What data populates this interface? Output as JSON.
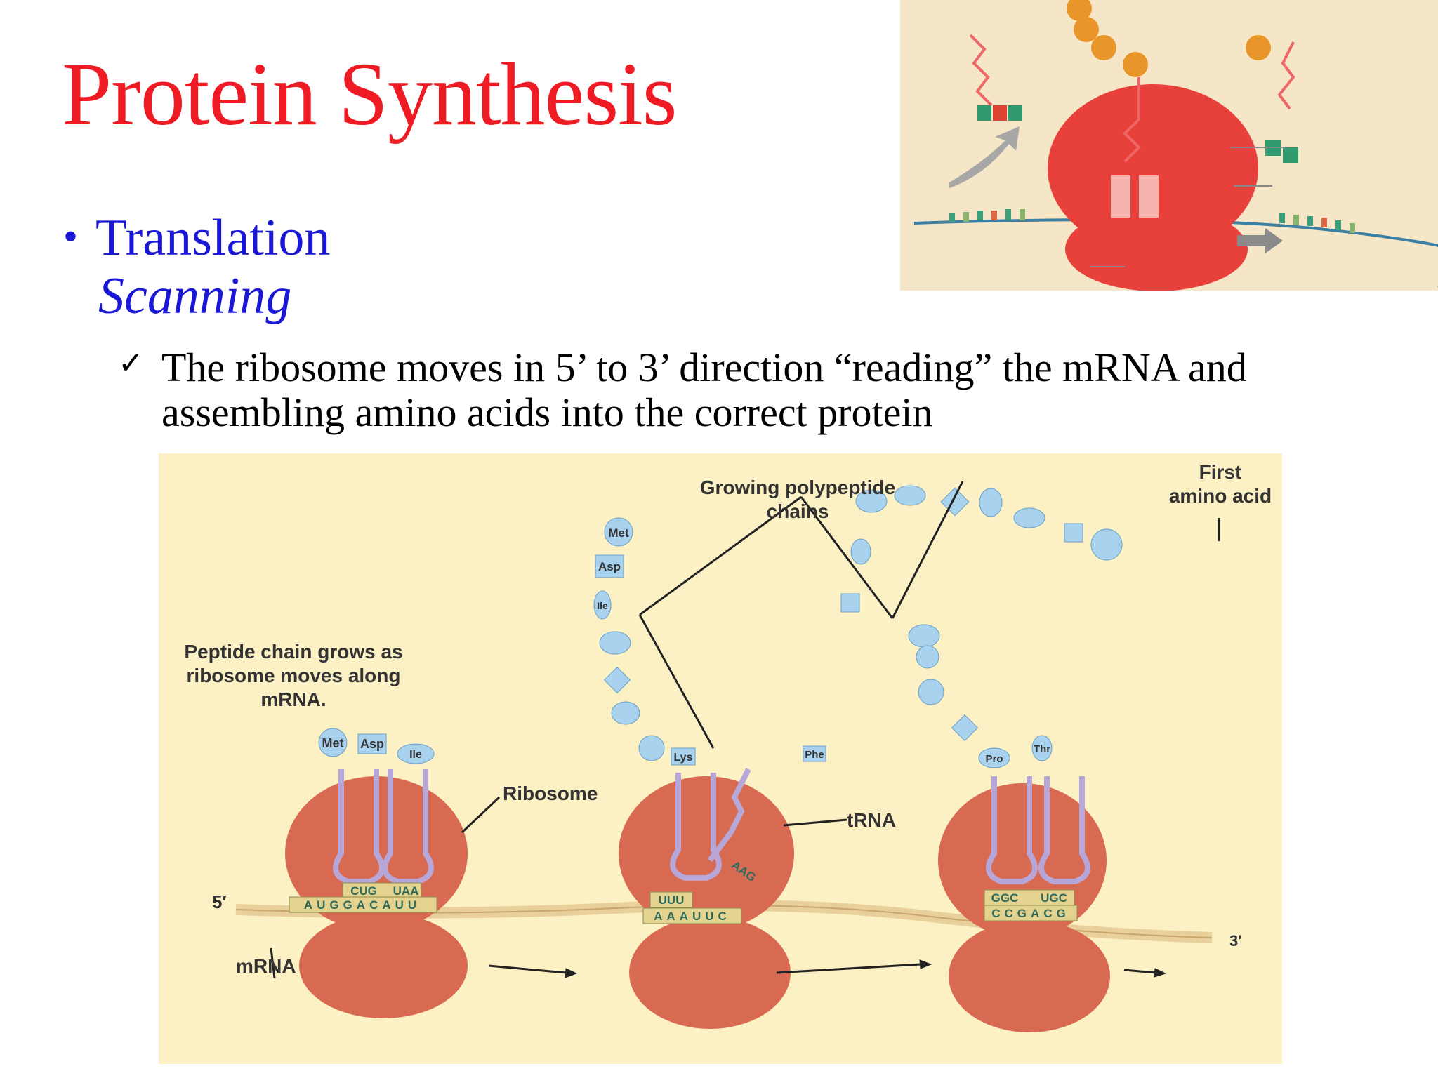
{
  "slide": {
    "title": "Protein Synthesis",
    "bullet_marker": "•",
    "bullet_text": "Translation",
    "sub_heading": "Scanning",
    "check_marker": "✓",
    "check_text": "The ribosome moves in 5’ to 3’ direction “reading” the mRNA and assembling amino acids into the correct protein"
  },
  "diagram": {
    "label_growing_line1": "Growing polypeptide",
    "label_growing_line2": "chains",
    "label_first_line1": "First",
    "label_first_line2": "amino acid",
    "label_peptide_line1": "Peptide chain grows as",
    "label_peptide_line2": "ribosome moves along",
    "label_peptide_line3": "mRNA.",
    "label_ribosome": "Ribosome",
    "label_trna": "tRNA",
    "label_mrna": "mRNA",
    "label_five_prime": "5′",
    "label_three_prime": "3′",
    "aa": {
      "met_a": "Met",
      "asp_a": "Asp",
      "ile_a": "Ile",
      "met_b": "Met",
      "asp_b": "Asp",
      "ile_b": "Ile",
      "lys_b": "Lys",
      "phe_b": "Phe",
      "pro_c": "Pro",
      "thr_c": "Thr"
    },
    "codons": {
      "anti_1a": "CUG",
      "anti_1b": "UAA",
      "mrna_1": "AUGGACAUU",
      "anti_2": "UUU",
      "anti_2b": "AAG",
      "mrna_2": "AAAUUC",
      "anti_3a": "GGC",
      "anti_3b": "UGC",
      "mrna_3": "CCGACG"
    }
  },
  "colors": {
    "title": "#ee1b24",
    "bullet": "#1a18d6",
    "diagram_bg": "#fcf1c4",
    "ribosome": "#d96a52",
    "amino_acid": "#a9d2ee",
    "trna": "#b7a6d8"
  }
}
